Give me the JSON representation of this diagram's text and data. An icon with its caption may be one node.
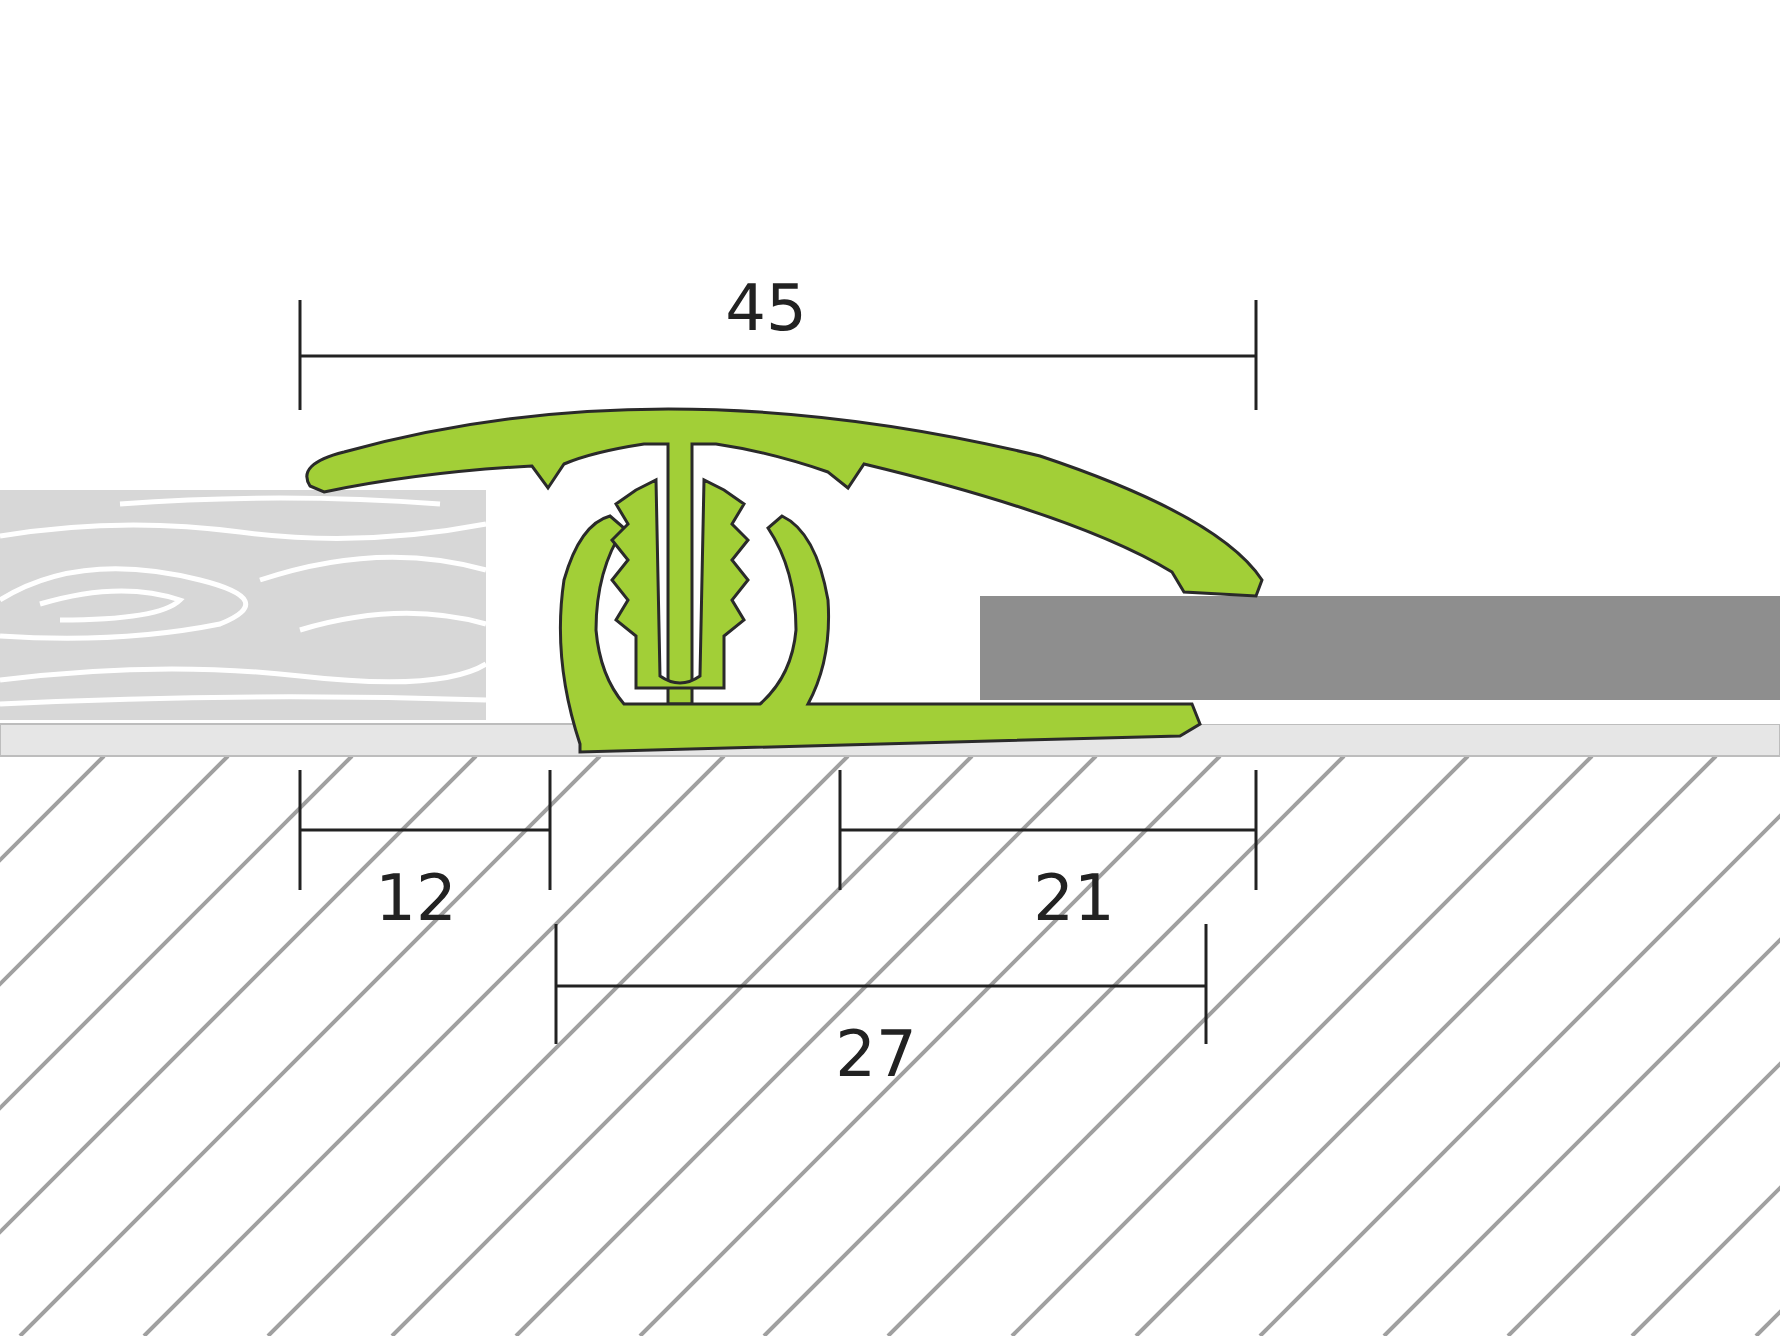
{
  "diagram": {
    "labels": [
      "45",
      "12",
      "21",
      "27"
    ]
  }
}
